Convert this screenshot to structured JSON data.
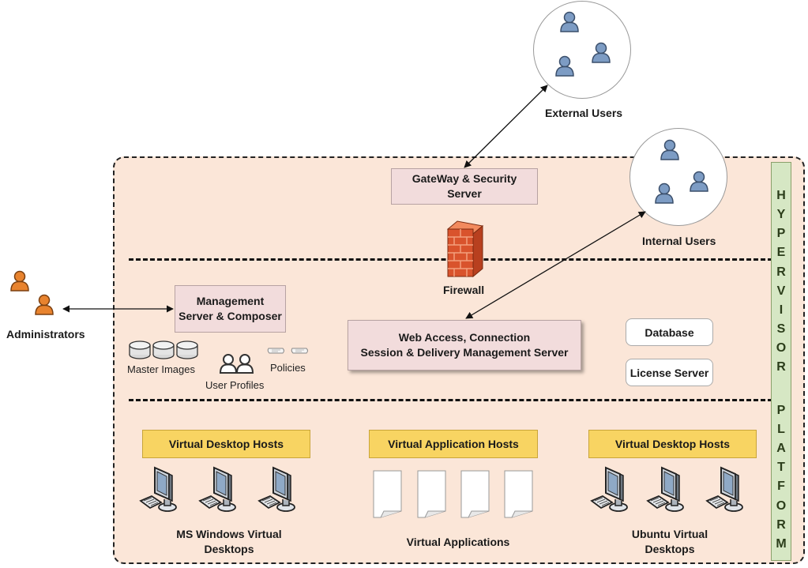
{
  "external_users": {
    "label": "External Users"
  },
  "internal_users": {
    "label": "Internal Users"
  },
  "administrators": {
    "label": "Administrators"
  },
  "gateway": {
    "line1": "GateWay & Security",
    "line2": "Server"
  },
  "firewall": {
    "label": "Firewall"
  },
  "management": {
    "line1": "Management",
    "line2": "Server & Composer"
  },
  "web_access": {
    "line1": "Web Access, Connection",
    "line2": "Session & Delivery Management Server"
  },
  "database": {
    "label": "Database"
  },
  "license": {
    "label": "License Server"
  },
  "resources": {
    "master_images": "Master Images",
    "user_profiles": "User Profiles",
    "policies": "Policies"
  },
  "hypervisor_platform": {
    "word1": [
      "H",
      "Y",
      "P",
      "E",
      "R",
      "V",
      "I",
      "S",
      "O",
      "R"
    ],
    "word2": [
      "P",
      "L",
      "A",
      "T",
      "F",
      "O",
      "R",
      "M"
    ]
  },
  "hosts": {
    "windows_hosts": "Virtual Desktop Hosts",
    "app_hosts": "Virtual Application Hosts",
    "ubuntu_hosts": "Virtual Desktop Hosts"
  },
  "captions": {
    "windows_line1": "MS Windows Virtual",
    "windows_line2": "Desktops",
    "apps": "Virtual Applications",
    "ubuntu_line1": "Ubuntu Virtual",
    "ubuntu_line2": "Desktops"
  },
  "colors": {
    "platform_fill": "#fbe6d8",
    "box_fill": "#f2dcdc",
    "host_fill": "#f8d462",
    "hypervisor_fill": "#d6e7c4",
    "user_blue": "#7d9cc4",
    "admin_orange": "#e8832e",
    "firewall_red": "#d9532c"
  },
  "icons": {
    "user": "user-icon",
    "admin": "administrator-icon",
    "firewall": "firewall-icon",
    "disk": "disk-icon",
    "policy": "scroll-icon",
    "computer": "desktop-computer-icon",
    "document": "document-icon"
  }
}
